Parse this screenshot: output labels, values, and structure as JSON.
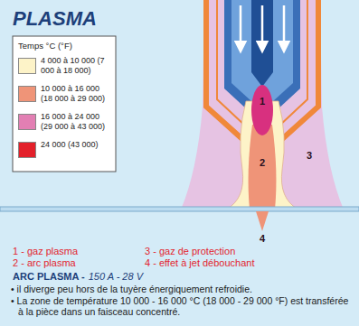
{
  "diagram": {
    "title": "PLASMA",
    "labels": [
      "Temps °C (°F)",
      "1",
      "2",
      "3",
      "4",
      "1 - gaz plasma",
      "3 - gaz de protection",
      "2 - arc plasma",
      "4 - effet à jet débouchant",
      "ARC PLASMA -",
      "150 A - 28 V",
      "• il diverge peu hors de la tuyère énergiquement refroidie.",
      "• La zone de température 10 000 - 16 000 °C (18 000 - 29 000 °F) est transférée à la pièce dans un faisceau concentré."
    ],
    "legend": [
      {
        "text": "4 000 à 10 000 (7 000 à 18 000)",
        "color": "#fdf3c8"
      },
      {
        "text": "10 000 à 16 000 (18 000 à 29 000)",
        "color": "#ef9478"
      },
      {
        "text": "16 000 à 24 000 (29 000 à 43 000)",
        "color": "#e27fb3"
      },
      {
        "text": "24 000 (43 000)",
        "color": "#e3202a"
      }
    ]
  }
}
